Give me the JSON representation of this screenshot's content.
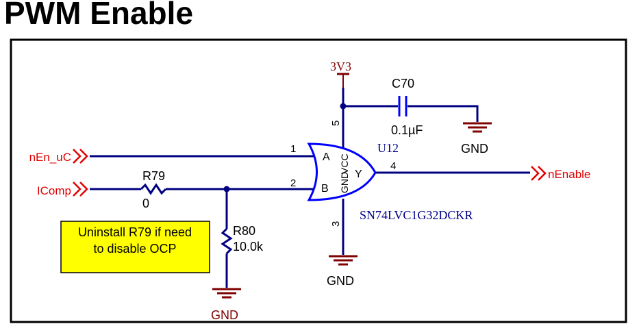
{
  "title": "PWM Enable",
  "power": {
    "net": "3V3"
  },
  "ports": {
    "nEn_uC": "nEn_uC",
    "IComp": "IComp",
    "nEnable": "nEnable"
  },
  "capacitor": {
    "ref": "C70",
    "value": "0.1µF",
    "gnd": "GND"
  },
  "resistor_r79": {
    "ref": "R79",
    "value": "0"
  },
  "resistor_r80": {
    "ref": "R80",
    "value": "10.0k",
    "gnd": "GND"
  },
  "gate": {
    "ref": "U12",
    "part": "SN74LVC1G32DCKR",
    "pins": {
      "a_num": "1",
      "a_name": "A",
      "b_num": "2",
      "b_name": "B",
      "y_num": "4",
      "y_name": "Y",
      "vcc_num": "5",
      "vcc_name": "VCC",
      "gnd_num": "3",
      "gnd_name": "GND"
    },
    "gnd": "GND"
  },
  "note": {
    "line1": "Uninstall R79 if need",
    "line2": "to disable OCP",
    "background": "#ffff00"
  },
  "colors": {
    "wire": "#000080",
    "power": "#800000",
    "port": "#e00000",
    "text_blue": "#00008b"
  }
}
